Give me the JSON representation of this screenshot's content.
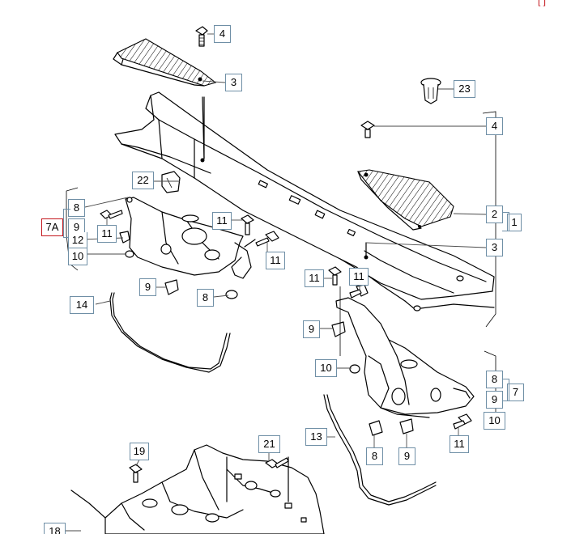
{
  "diagram": {
    "callouts": {
      "c4a": "4",
      "c3a": "3",
      "c23": "23",
      "c4b": "4",
      "c22": "22",
      "c2": "2",
      "c1": "1",
      "c3b": "3",
      "c8a": "8",
      "c9a": "9",
      "c7a": "7A",
      "c12": "12",
      "c10a": "10",
      "c11a": "11",
      "c11b": "11",
      "c11c": "11",
      "c11d": "11",
      "c11e": "11",
      "c14": "14",
      "c9b": "9",
      "c8b": "8",
      "c9c": "9",
      "c10b": "10",
      "c8c": "8",
      "c9d": "9",
      "c7": "7",
      "c10c": "10",
      "c13": "13",
      "c8d": "8",
      "c9e": "9",
      "c11f": "11",
      "c19": "19",
      "c21": "21",
      "c18": "18"
    },
    "corner_mark": "[ ]",
    "icons": {
      "bolt": "bolt-icon",
      "clip": "clip-icon",
      "nut": "nut-icon"
    }
  }
}
